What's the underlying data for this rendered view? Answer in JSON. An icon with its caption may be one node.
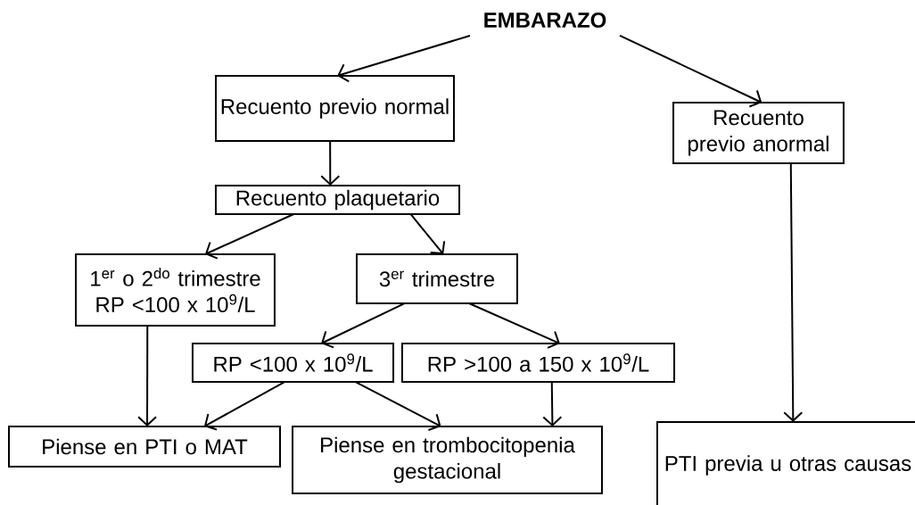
{
  "diagram": {
    "nodes": [
      {
        "text": [
          "EMBARAZO"
        ]
      },
      {
        "text": [
          "Recuento previo normal"
        ]
      },
      {
        "text": [
          "Recuento previo anormal"
        ]
      },
      {
        "text": [
          "Recuento plaquetario"
        ]
      },
      {
        "text": [
          "1$^{er}$ o 2$^{do}$ trimestre",
          "RP <100 x 10$^{9}$/L"
        ]
      },
      {
        "text": [
          "3$^{er}$ trimestre"
        ]
      },
      {
        "text": [
          "RP <100 x 10$^{9}$/L"
        ]
      },
      {
        "text": [
          "RP >100 a 150 x 10$^{9}$/L"
        ]
      },
      {
        "text": [
          "Piense en PTI o MAT"
        ]
      },
      {
        "text": [
          "Piense en trombocitopenia gestacional"
        ]
      },
      {
        "text": [
          "PTI previa u otras causas"
        ]
      }
    ],
    "edges": [
      {
        "from": 0,
        "to": 1,
        "arrow": "to"
      },
      {
        "from": 0,
        "to": 2,
        "arrow": "to"
      },
      {
        "from": 1,
        "to": 3,
        "arrow": "to"
      },
      {
        "from": 3,
        "to": 4,
        "arrow": "to"
      },
      {
        "from": 3,
        "to": 5,
        "arrow": "to"
      },
      {
        "from": 5,
        "to": 6,
        "arrow": "to"
      },
      {
        "from": 5,
        "to": 7,
        "arrow": "to"
      },
      {
        "from": 4,
        "to": 8,
        "arrow": "to"
      },
      {
        "from": 6,
        "to": 8,
        "arrow": "to"
      },
      {
        "from": 6,
        "to": 9,
        "arrow": "to"
      },
      {
        "from": 7,
        "to": 9,
        "arrow": "to"
      },
      {
        "from": 2,
        "to": 10,
        "arrow": "to"
      }
    ]
  }
}
